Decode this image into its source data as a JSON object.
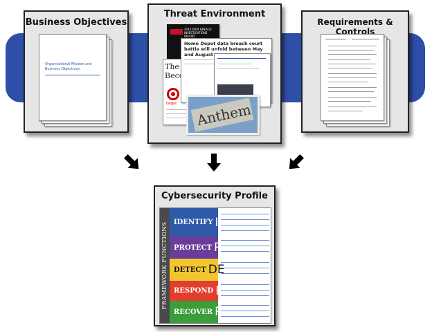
{
  "panels": {
    "business": {
      "title": "Business Objectives",
      "doc_title": "Organizational Mission and Business Objectives"
    },
    "threat": {
      "title": "Threat Environment",
      "dbir": "2014 DATA BREACH INVESTIGATIONS REPORT",
      "home_depot": "Home Depot data breach court battle will unfold between May and August",
      "target_line1": "The Ta",
      "target_line2": "Becom",
      "target_logo_text": "target",
      "anthem": "Anthem"
    },
    "requirements": {
      "title": "Requirements & Controls"
    }
  },
  "profile": {
    "title": "Cybersecurity Profile",
    "side_label": "FRAMEWORK FUNCTIONS",
    "functions": [
      {
        "word": "IDENTIFY",
        "code": "ID",
        "color": "#2e5aa8"
      },
      {
        "word": "PROTECT",
        "code": "PR",
        "color": "#6a3d9a"
      },
      {
        "word": "DETECT",
        "code": "DE",
        "color": "#f2c62e"
      },
      {
        "word": "RESPOND",
        "code": "RS",
        "color": "#e33d2e"
      },
      {
        "word": "RECOVER",
        "code": "RC",
        "color": "#3a9d3a"
      }
    ]
  },
  "arrows": [
    "down-right",
    "down",
    "down-left"
  ]
}
